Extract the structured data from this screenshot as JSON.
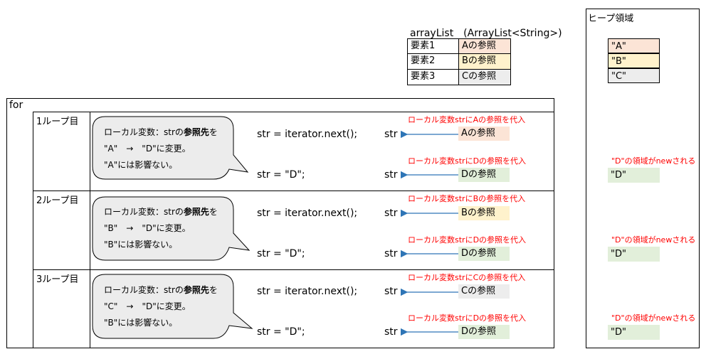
{
  "arraylist": {
    "header": "arrayList　(ArrayList<String>)",
    "rows": [
      {
        "label": "要素1",
        "ref": "Aの参照"
      },
      {
        "label": "要素2",
        "ref": "Bの参照"
      },
      {
        "label": "要素3",
        "ref": "Cの参照"
      }
    ]
  },
  "heap": {
    "title": "ヒープ領域",
    "cells": [
      "\"A\"",
      "\"B\"",
      "\"C\""
    ]
  },
  "loop": {
    "label": "for",
    "iterations": [
      {
        "label": "1ループ目",
        "bubble": {
          "line1_pre": "ローカル変数：strの",
          "line1_bold": "参照先",
          "line1_post": "を",
          "line2": "\"A\"　→　\"D\"に変更。",
          "line3": "\"A\"には影響ない。"
        },
        "code1": "str = iterator.next();",
        "code2": "str = \"D\";",
        "var1": "str",
        "var2": "str",
        "note1": "ローカル変数strにAの参照を代入",
        "note2": "ローカル変数strにDの参照を代入",
        "ref1": "Aの参照",
        "ref2": "Dの参照",
        "heap_note": "\"D\"の領域がnewされる",
        "heap_value": "\"D\""
      },
      {
        "label": "2ループ目",
        "bubble": {
          "line1_pre": "ローカル変数：strの",
          "line1_bold": "参照先",
          "line1_post": "を",
          "line2": "\"B\"　→　\"D\"に変更。",
          "line3": "\"B\"には影響ない。"
        },
        "code1": "str = iterator.next();",
        "code2": "str = \"D\";",
        "var1": "str",
        "var2": "str",
        "note1": "ローカル変数strにBの参照を代入",
        "note2": "ローカル変数strにDの参照を代入",
        "ref1": "Bの参照",
        "ref2": "Dの参照",
        "heap_note": "\"D\"の領域がnewされる",
        "heap_value": "\"D\""
      },
      {
        "label": "3ループ目",
        "bubble": {
          "line1_pre": "ローカル変数：strの",
          "line1_bold": "参照先",
          "line1_post": "を",
          "line2": "\"C\"　→　\"D\"に変更。",
          "line3": "\"B\"には影響ない。"
        },
        "code1": "str = iterator.next();",
        "code2": "str = \"D\";",
        "var1": "str",
        "var2": "str",
        "note1": "ローカル変数strにCの参照を代入",
        "note2": "ローカル変数strにDの参照を代入",
        "ref1": "Cの参照",
        "ref2": "Dの参照",
        "heap_note": "\"D\"の領域がnewされる",
        "heap_value": "\"D\""
      }
    ]
  }
}
